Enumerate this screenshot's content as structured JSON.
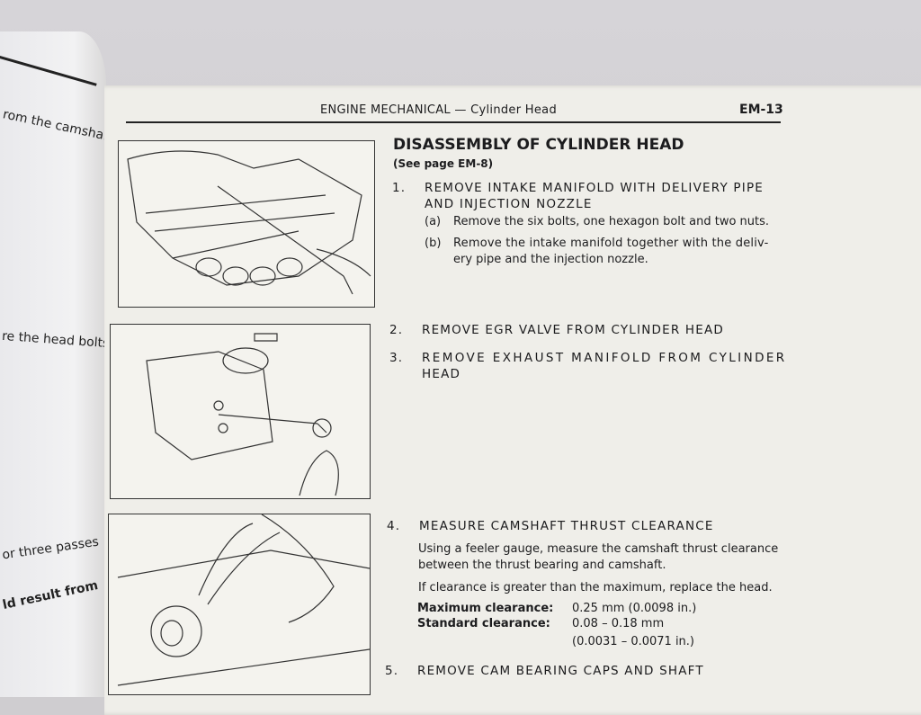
{
  "left_page": {
    "fragments": [
      "rom the camshaft",
      "re the head bolts",
      "or three passes",
      "ld result from"
    ]
  },
  "header": {
    "section": "ENGINE MECHANICAL",
    "subsection": "— Cylinder Head",
    "page_number": "EM-13"
  },
  "title": "DISASSEMBLY OF CYLINDER HEAD",
  "subtitle": "(See page EM-8)",
  "steps": [
    {
      "num": "1.",
      "lines": [
        "REMOVE INTAKE MANIFOLD WITH DELIVERY PIPE",
        "AND INJECTION NOZZLE"
      ],
      "substeps": [
        {
          "label": "(a)",
          "lines": [
            "Remove the six bolts, one hexagon bolt and two nuts."
          ]
        },
        {
          "label": "(b)",
          "lines": [
            "Remove the intake manifold together with the deliv-",
            "ery pipe and the injection nozzle."
          ]
        }
      ]
    },
    {
      "num": "2.",
      "lines": [
        "REMOVE EGR VALVE FROM CYLINDER HEAD"
      ]
    },
    {
      "num": "3.",
      "lines": [
        "REMOVE EXHAUST MANIFOLD FROM CYLINDER",
        "HEAD"
      ]
    },
    {
      "num": "4.",
      "lines": [
        "MEASURE CAMSHAFT THRUST CLEARANCE"
      ],
      "paragraphs": [
        [
          "Using a feeler gauge, measure the camshaft thrust clearance",
          "between the thrust bearing and camshaft."
        ],
        [
          "If clearance is greater than the maximum, replace the head."
        ]
      ],
      "specs": [
        {
          "label": "Maximum clearance:",
          "value": "0.25 mm (0.0098 in.)"
        },
        {
          "label": "Standard clearance:",
          "value": "0.08 – 0.18 mm",
          "value2": "(0.0031 – 0.0071 in.)"
        }
      ]
    },
    {
      "num": "5.",
      "lines": [
        "REMOVE CAM BEARING CAPS AND SHAFT"
      ]
    }
  ]
}
